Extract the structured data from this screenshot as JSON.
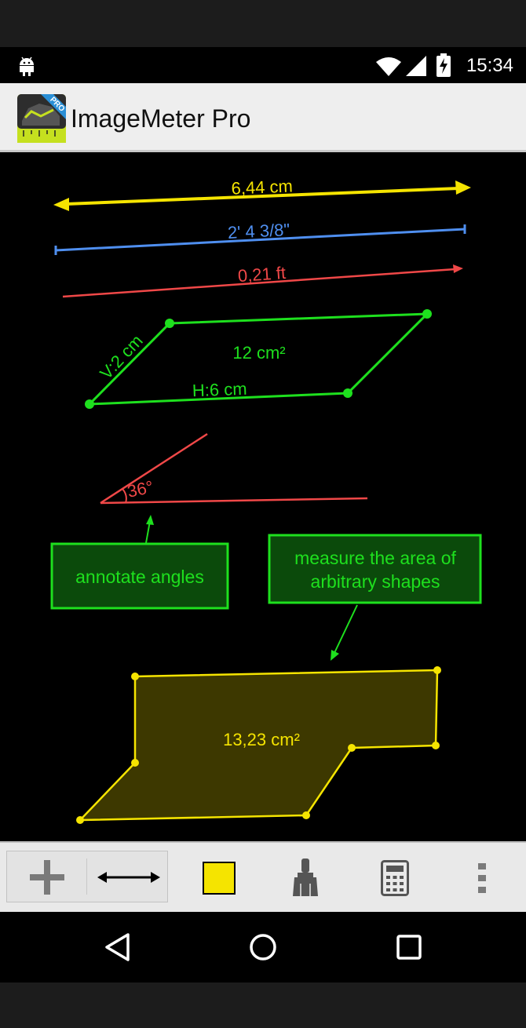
{
  "status_bar": {
    "time": "15:34",
    "icons": [
      "android-icon",
      "wifi-icon",
      "cell-signal-icon",
      "battery-charging-icon"
    ]
  },
  "app_bar": {
    "title": "ImageMeter Pro",
    "logo_badge": "PRO"
  },
  "measurements": {
    "length_cm": "6,44 cm",
    "length_imperial": "2'  4 3/8\"",
    "length_ft": "0,21 ft",
    "parallelogram_vertical": "V:2 cm",
    "parallelogram_horizontal": "H:6 cm",
    "parallelogram_area": "12 cm²",
    "angle": "36°",
    "polygon_area": "13,23 cm²"
  },
  "annotations": {
    "angles_note": "annotate angles",
    "area_note_line1": "measure the area of",
    "area_note_line2": "arbitrary shapes"
  },
  "toolbar": {
    "items": [
      "add-icon",
      "measure-line-icon",
      "color-swatch",
      "paint-brush-icon",
      "calculator-icon",
      "overflow-menu-icon"
    ],
    "selected_color": "#f5e400"
  },
  "colors": {
    "yellow": "#f5e400",
    "blue": "#4f8ff0",
    "red": "#f04848",
    "green": "#1ee01e",
    "annotation_bg": "#0b4a0b",
    "polygon_fill": "#3d3800"
  },
  "nav_bar": {
    "buttons": [
      "back-icon",
      "home-icon",
      "recents-icon"
    ]
  }
}
